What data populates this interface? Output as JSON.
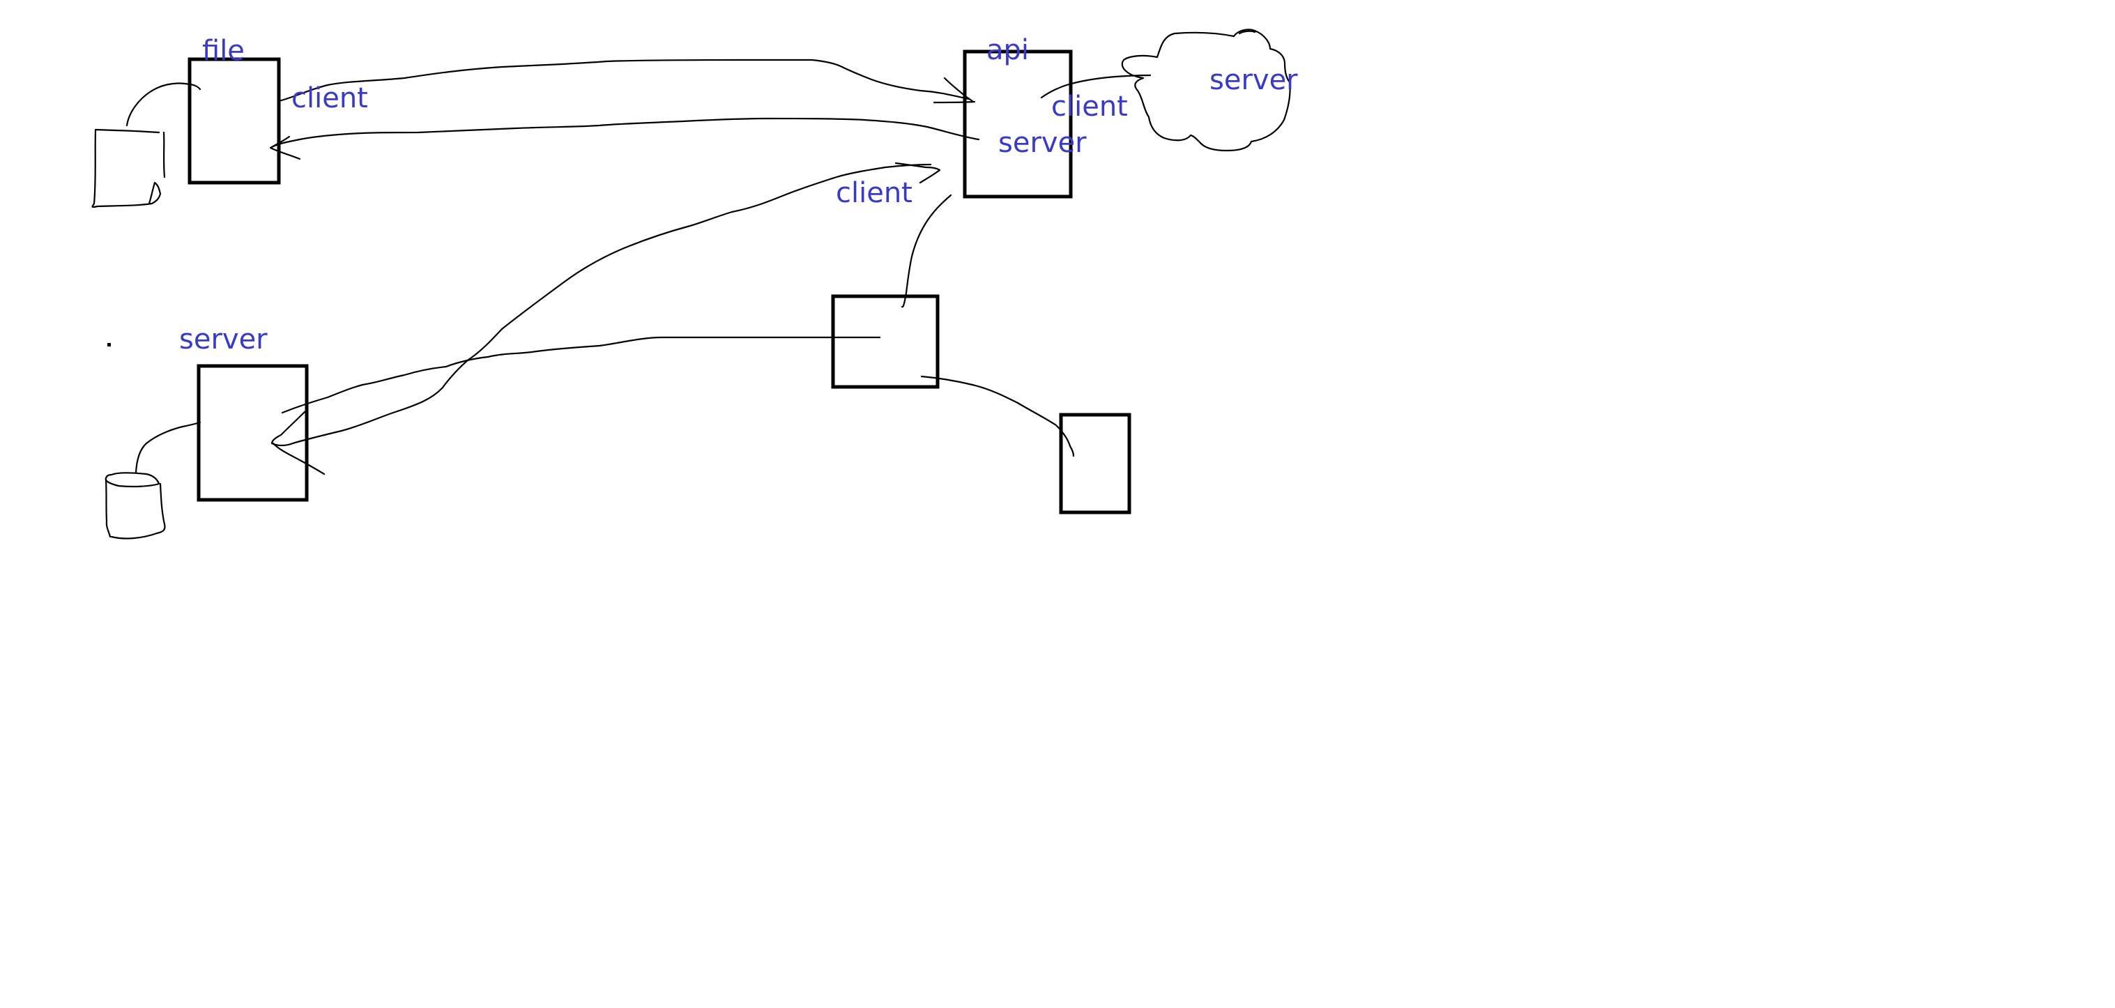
{
  "labels": {
    "file": "file",
    "client_top": "client",
    "api": "api",
    "client_api": "client",
    "server_api": "server",
    "server_cloud": "server",
    "client_mid": "client",
    "server_left": "server"
  },
  "colors": {
    "label": "#3a3ac8",
    "stroke": "#000000",
    "background": "#ffffff"
  }
}
